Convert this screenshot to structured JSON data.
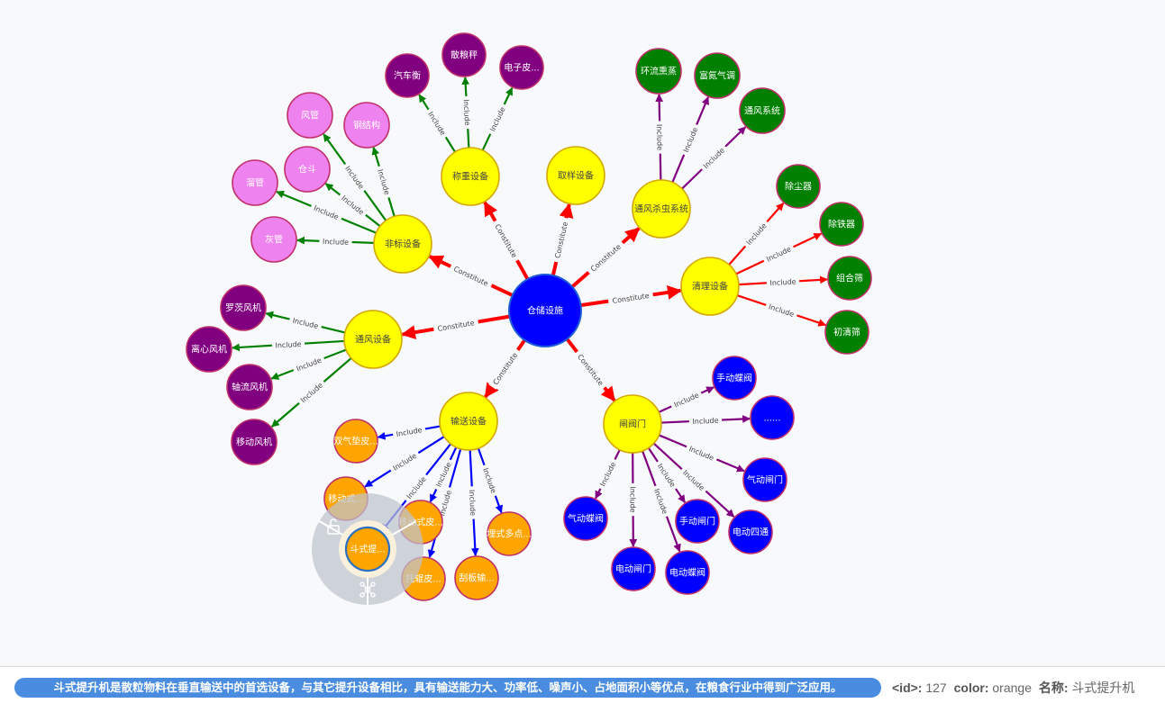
{
  "graph": {
    "colors": {
      "center": "#0000ff",
      "category": "#ffff00",
      "magenta": "#800080",
      "pink": "#ee82ee",
      "green": "#008000",
      "blue": "#0000ff",
      "orange": "#ffa500",
      "edge_constitute": "#ff0000",
      "edge_green": "#008000",
      "edge_purple": "#800080",
      "edge_red": "#ff0000",
      "edge_blue": "#0000ff"
    },
    "nodes": [
      {
        "id": "center",
        "label": "仓储设施",
        "kind": "center"
      },
      {
        "id": "weigh",
        "label": "称重设备",
        "kind": "category"
      },
      {
        "id": "sample",
        "label": "取样设备",
        "kind": "category"
      },
      {
        "id": "vent_kill",
        "label": "通风杀虫系统",
        "kind": "category"
      },
      {
        "id": "clean",
        "label": "清理设备",
        "kind": "category"
      },
      {
        "id": "gate",
        "label": "闸阀门",
        "kind": "category"
      },
      {
        "id": "convey",
        "label": "输送设备",
        "kind": "category"
      },
      {
        "id": "ventdev",
        "label": "通风设备",
        "kind": "category"
      },
      {
        "id": "nonstd",
        "label": "非标设备",
        "kind": "category"
      },
      {
        "id": "w1",
        "label": "汽车衡",
        "kind": "magenta"
      },
      {
        "id": "w2",
        "label": "散粮秤",
        "kind": "magenta"
      },
      {
        "id": "w3",
        "label": "电子皮...",
        "kind": "magenta"
      },
      {
        "id": "v1",
        "label": "环流熏蒸",
        "kind": "green"
      },
      {
        "id": "v2",
        "label": "富氮气调",
        "kind": "green"
      },
      {
        "id": "v3",
        "label": "通风系统",
        "kind": "green"
      },
      {
        "id": "c1",
        "label": "除尘器",
        "kind": "green"
      },
      {
        "id": "c2",
        "label": "除铁器",
        "kind": "green"
      },
      {
        "id": "c3",
        "label": "组合筛",
        "kind": "green"
      },
      {
        "id": "c4",
        "label": "初清筛",
        "kind": "green"
      },
      {
        "id": "g1",
        "label": "手动蝶阀",
        "kind": "blue"
      },
      {
        "id": "g2",
        "label": "......",
        "kind": "blue"
      },
      {
        "id": "g3",
        "label": "气动闸门",
        "kind": "blue"
      },
      {
        "id": "g4",
        "label": "电动四通",
        "kind": "blue"
      },
      {
        "id": "g5",
        "label": "手动闸门",
        "kind": "blue"
      },
      {
        "id": "g6",
        "label": "电动蝶阀",
        "kind": "blue"
      },
      {
        "id": "g7",
        "label": "电动闸门",
        "kind": "blue"
      },
      {
        "id": "g8",
        "label": "气动蝶阀",
        "kind": "blue"
      },
      {
        "id": "t1",
        "label": "双气垫皮...",
        "kind": "orange"
      },
      {
        "id": "t2",
        "label": "移动式...",
        "kind": "orange"
      },
      {
        "id": "t3",
        "label": "移动式皮...",
        "kind": "orange"
      },
      {
        "id": "t4",
        "label": "托辊皮...",
        "kind": "orange"
      },
      {
        "id": "t5",
        "label": "刮板输...",
        "kind": "orange"
      },
      {
        "id": "t6",
        "label": "埋式多点...",
        "kind": "orange"
      },
      {
        "id": "t7",
        "label": "斗式提...",
        "kind": "orange"
      },
      {
        "id": "f1",
        "label": "罗茨风机",
        "kind": "magenta"
      },
      {
        "id": "f2",
        "label": "离心风机",
        "kind": "magenta"
      },
      {
        "id": "f3",
        "label": "轴流风机",
        "kind": "magenta"
      },
      {
        "id": "f4",
        "label": "移动风机",
        "kind": "magenta"
      },
      {
        "id": "n1",
        "label": "风管",
        "kind": "pink"
      },
      {
        "id": "n2",
        "label": "钢结构",
        "kind": "pink"
      },
      {
        "id": "n3",
        "label": "仓斗",
        "kind": "pink"
      },
      {
        "id": "n4",
        "label": "溜管",
        "kind": "pink"
      },
      {
        "id": "n5",
        "label": "灰管",
        "kind": "pink"
      }
    ],
    "edges": [
      {
        "from": "center",
        "to": "weigh",
        "label": "Constitute"
      },
      {
        "from": "center",
        "to": "sample",
        "label": "Constitute"
      },
      {
        "from": "center",
        "to": "vent_kill",
        "label": "Constitute"
      },
      {
        "from": "center",
        "to": "clean",
        "label": "Constitute"
      },
      {
        "from": "center",
        "to": "gate",
        "label": "Constitute"
      },
      {
        "from": "center",
        "to": "convey",
        "label": "Constitute"
      },
      {
        "from": "center",
        "to": "ventdev",
        "label": "Constitute"
      },
      {
        "from": "center",
        "to": "nonstd",
        "label": "Constitute"
      },
      {
        "from": "weigh",
        "to": "w1",
        "label": "Include"
      },
      {
        "from": "weigh",
        "to": "w2",
        "label": "Include"
      },
      {
        "from": "weigh",
        "to": "w3",
        "label": "Include"
      },
      {
        "from": "vent_kill",
        "to": "v1",
        "label": "Include"
      },
      {
        "from": "vent_kill",
        "to": "v2",
        "label": "Include"
      },
      {
        "from": "vent_kill",
        "to": "v3",
        "label": "Include"
      },
      {
        "from": "clean",
        "to": "c1",
        "label": "Include"
      },
      {
        "from": "clean",
        "to": "c2",
        "label": "Include"
      },
      {
        "from": "clean",
        "to": "c3",
        "label": "Include"
      },
      {
        "from": "clean",
        "to": "c4",
        "label": "Include"
      },
      {
        "from": "gate",
        "to": "g1",
        "label": "Include"
      },
      {
        "from": "gate",
        "to": "g2",
        "label": "Include"
      },
      {
        "from": "gate",
        "to": "g3",
        "label": "Include"
      },
      {
        "from": "gate",
        "to": "g4",
        "label": "Include"
      },
      {
        "from": "gate",
        "to": "g5",
        "label": "Include"
      },
      {
        "from": "gate",
        "to": "g6",
        "label": "Include"
      },
      {
        "from": "gate",
        "to": "g7",
        "label": "Include"
      },
      {
        "from": "gate",
        "to": "g8",
        "label": "Include"
      },
      {
        "from": "convey",
        "to": "t1",
        "label": "Include"
      },
      {
        "from": "convey",
        "to": "t2",
        "label": "Include"
      },
      {
        "from": "convey",
        "to": "t3",
        "label": "Include"
      },
      {
        "from": "convey",
        "to": "t4",
        "label": "Include"
      },
      {
        "from": "convey",
        "to": "t5",
        "label": "Include"
      },
      {
        "from": "convey",
        "to": "t6",
        "label": "Include"
      },
      {
        "from": "convey",
        "to": "t7",
        "label": "Include"
      },
      {
        "from": "ventdev",
        "to": "f1",
        "label": "Include"
      },
      {
        "from": "ventdev",
        "to": "f2",
        "label": "Include"
      },
      {
        "from": "ventdev",
        "to": "f3",
        "label": "Include"
      },
      {
        "from": "ventdev",
        "to": "f4",
        "label": "Include"
      },
      {
        "from": "nonstd",
        "to": "n1",
        "label": "Include"
      },
      {
        "from": "nonstd",
        "to": "n2",
        "label": "Include"
      },
      {
        "from": "nonstd",
        "to": "n3",
        "label": "Include"
      },
      {
        "from": "nonstd",
        "to": "n4",
        "label": "Include"
      },
      {
        "from": "nonstd",
        "to": "n5",
        "label": "Include"
      }
    ],
    "selected_node": "t7",
    "context_menu_icons": [
      "unlock-icon",
      "hierarchy-icon"
    ]
  },
  "status": {
    "description": "斗式提升机是散粒物料在垂直输送中的首选设备，与其它提升设备相比，具有输送能力大、功率低、噪声小、占地面积小等优点，在粮食行业中得到广泛应用。",
    "id_label": "<id>:",
    "id_value": "127",
    "color_label": "color:",
    "color_value": "orange",
    "name_label": "名称:",
    "name_value": "斗式提升机"
  }
}
